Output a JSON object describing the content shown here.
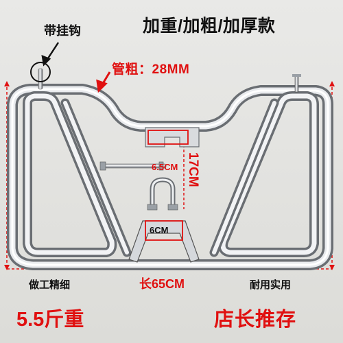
{
  "title": "加重/加粗/加厚款",
  "labels": {
    "hook": "带挂钩",
    "tube": "管粗：28MM",
    "width_small": "6.5CM",
    "height": "17CM",
    "clamp_width": "6CM",
    "craft": "做工精细",
    "length": "长65CM",
    "durable": "耐用实用",
    "weight": "5.5斤重",
    "recommend": "店长推存"
  },
  "colors": {
    "accent": "#e01010",
    "text": "#111111",
    "chrome": "#c9ccd0"
  },
  "icons": [
    "hook-pointer-arrow-icon",
    "tube-pointer-arrow-icon",
    "dimension-arrow-icon"
  ]
}
